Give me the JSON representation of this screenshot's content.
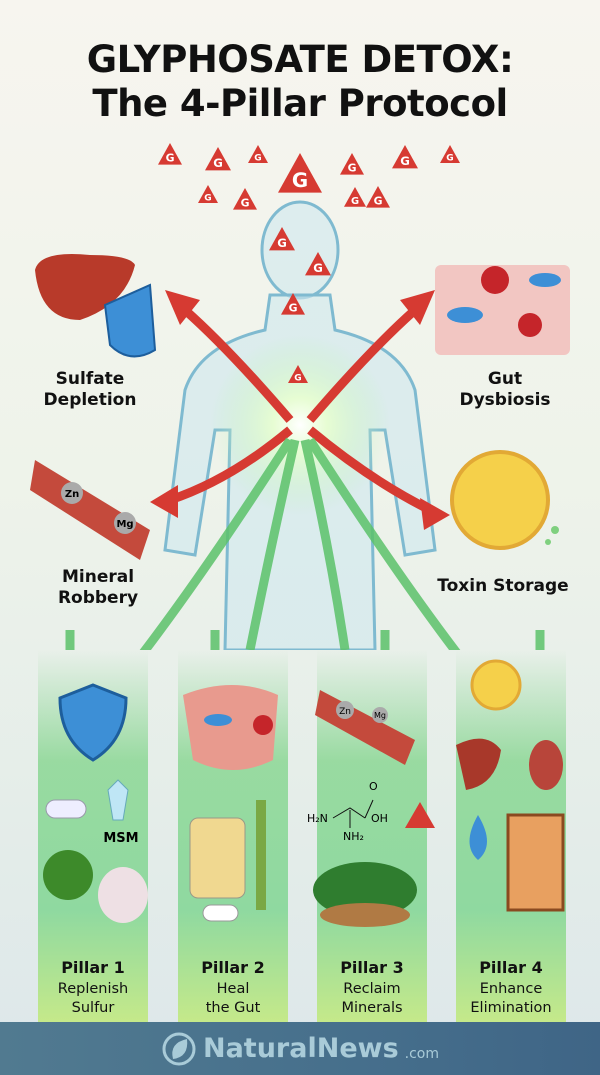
{
  "title": {
    "line1": "GLYPHOSATE DETOX:",
    "line2": "The 4-Pillar Protocol"
  },
  "triangle_letter": "G",
  "effects": [
    {
      "label_line1": "Sulfate",
      "label_line2": "Depletion",
      "icon": "broken-liver-icon"
    },
    {
      "label_line1": "Gut",
      "label_line2": "Dysbiosis",
      "icon": "gut-bacteria-icon"
    },
    {
      "label_line1": "Mineral",
      "label_line2": "Robbery",
      "icon": "muscle-minerals-icon"
    },
    {
      "label_line1": "Toxin Storage",
      "label_line2": "",
      "icon": "fat-cell-icon"
    }
  ],
  "minerals": {
    "zn": "Zn",
    "mg": "Mg"
  },
  "msm_label": "MSM",
  "molecule": {
    "h2n": "H₂N",
    "nh2": "NH₂",
    "oh": "OH",
    "o": "O"
  },
  "pillars": [
    {
      "title": "Pillar 1",
      "desc_line1": "Replenish",
      "desc_line2": "Sulfur"
    },
    {
      "title": "Pillar 2",
      "desc_line1": "Heal",
      "desc_line2": "the Gut"
    },
    {
      "title": "Pillar 3",
      "desc_line1": "Reclaim",
      "desc_line2": "Minerals"
    },
    {
      "title": "Pillar 4",
      "desc_line1": "Enhance",
      "desc_line2": "Elimination"
    }
  ],
  "footer": {
    "brand": "NaturalNews",
    "domain": ".com"
  },
  "colors": {
    "red": "#d63a32",
    "green": "#5cc26a",
    "footer": "#4a7391",
    "body": "#8fc7d8"
  }
}
